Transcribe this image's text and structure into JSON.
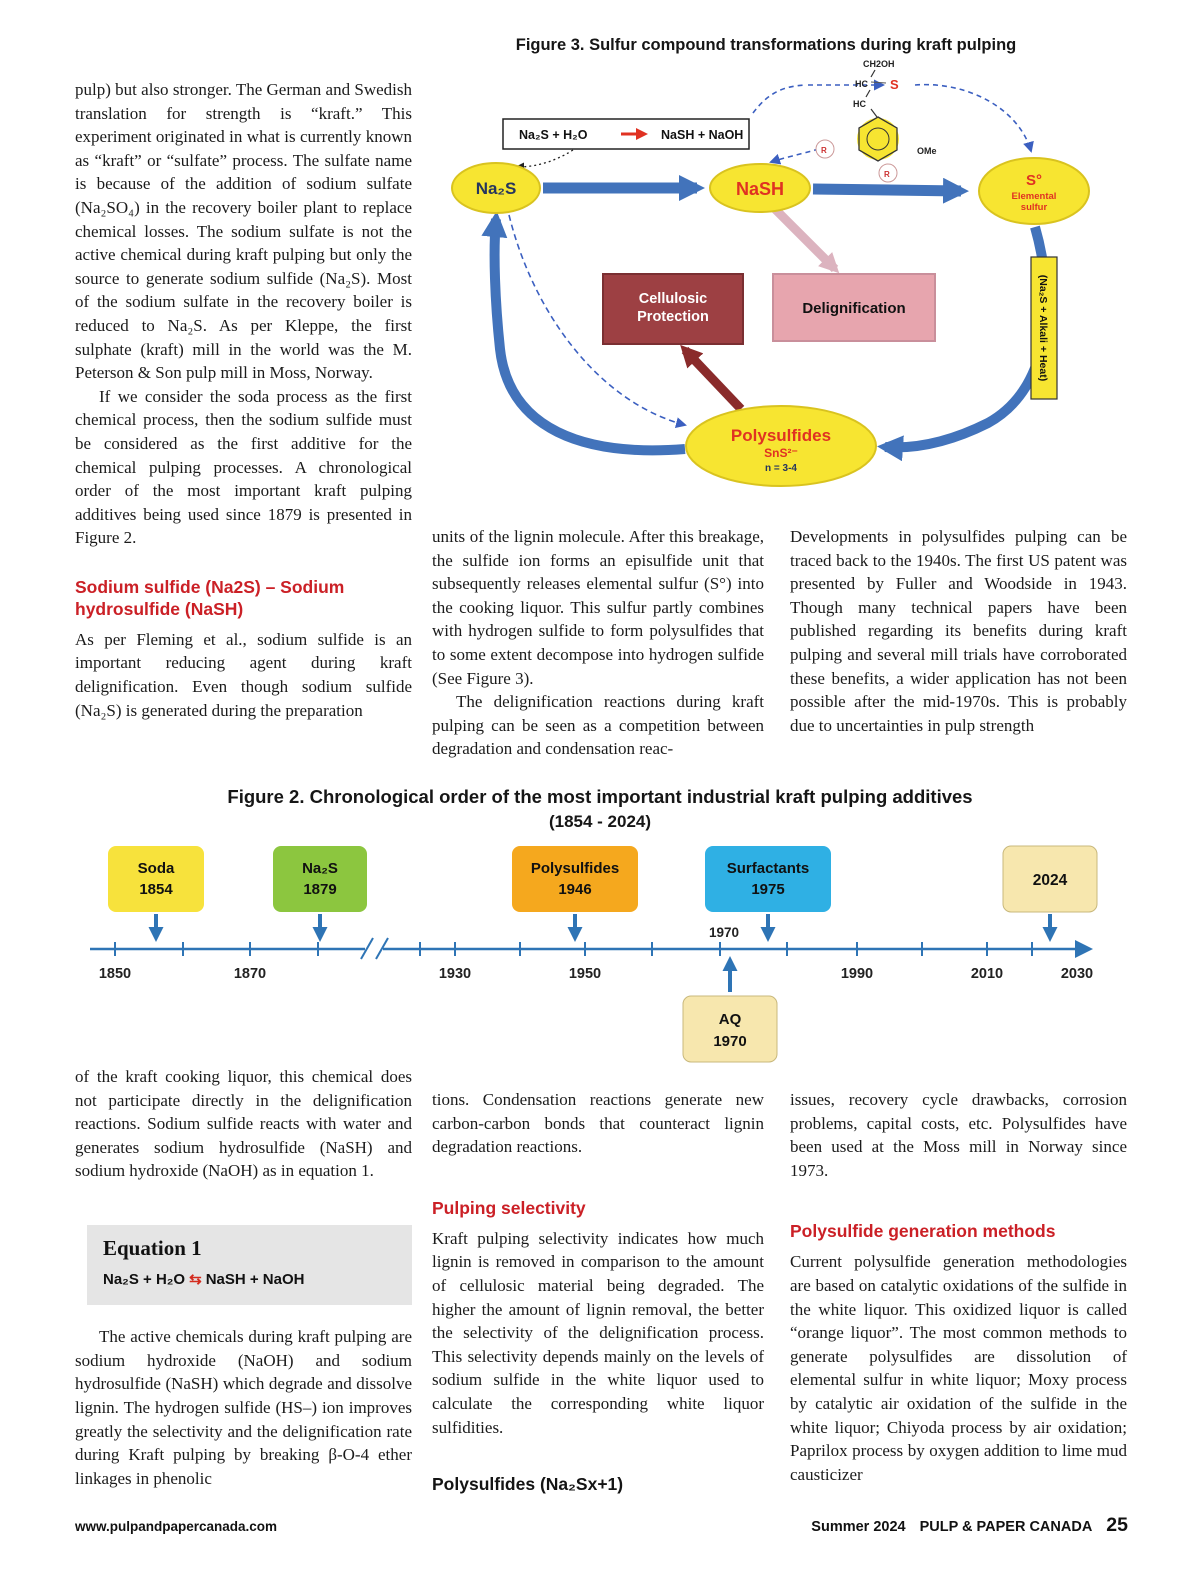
{
  "colors": {
    "accent_red": "#cb2026",
    "node_yellow": "#f7e531",
    "dark_red_box": "#9d4043",
    "pink_box": "#e7a5ae",
    "blue_arrow": "#4273bb",
    "timeline_blue": "#2e74b5",
    "eq_box_bg": "#e5e5e5"
  },
  "figure3": {
    "title": "Figure 3. Sulfur compound transformations during kraft pulping",
    "reaction_left": "Na₂S + H₂O",
    "reaction_right": "NaSH + NaOH",
    "node_na2s": "Na₂S",
    "node_nash": "NaSH",
    "node_s": "S°",
    "node_s_line1": "Elemental",
    "node_s_line2": "sulfur",
    "box_cellulosic_line1": "Cellulosic",
    "box_cellulosic_line2": "Protection",
    "box_delignification": "Delignification",
    "poly_title": "Polysulfides",
    "poly_formula": "SnS²⁻",
    "poly_n": "n = 3-4",
    "side_label": "(Na₂S + Alkali + Heat)",
    "chem_ch2oh": "CH2OH",
    "chem_hc1": "HC",
    "chem_hc2": "HC",
    "chem_s": "S",
    "chem_ome": "OMe",
    "chem_r1": "R",
    "chem_r2": "R"
  },
  "figure2": {
    "title": "Figure 2. Chronological order of the most important industrial kraft pulping additives",
    "subtitle": "(1854 - 2024)",
    "marker_1970": "1970",
    "boxes": [
      {
        "label": "Soda",
        "year": "1854",
        "color": "#f7e23c"
      },
      {
        "label": "Na₂S",
        "year": "1879",
        "color": "#8cc63f"
      },
      {
        "label": "Polysulfides",
        "year": "1946",
        "color": "#f5a81e"
      },
      {
        "label": "Surfactants",
        "year": "1975",
        "color": "#2fb0e4"
      },
      {
        "label": "2024",
        "color": "#f7e7ae"
      },
      {
        "label": "AQ",
        "year": "1970",
        "color": "#f7e7ae"
      }
    ],
    "axis_labels": [
      "1850",
      "1870",
      "1930",
      "1950",
      "1990",
      "2010",
      "2030"
    ]
  },
  "chart_data": {
    "type": "timeline",
    "title": "Figure 2. Chronological order of the most important industrial kraft pulping additives (1854 - 2024)",
    "events": [
      {
        "label": "Soda",
        "year": 1854
      },
      {
        "label": "Na₂S",
        "year": 1879
      },
      {
        "label": "Polysulfides",
        "year": 1946
      },
      {
        "label": "AQ",
        "year": 1970
      },
      {
        "label": "Surfactants",
        "year": 1975
      },
      {
        "label": "2024",
        "year": 2024
      }
    ],
    "axis_ticks": [
      1850,
      1870,
      1930,
      1950,
      1990,
      2010,
      2030
    ],
    "axis_break": "between 1880 and 1925"
  },
  "article": {
    "left_top": {
      "p1": "pulp) but also stronger. The German and Swedish translation for strength is “kraft.” This experiment originated in what is currently known as “kraft” or “sulfate” process. The sulfate name is because of the addition of sodium sulfate (Na₂SO₄) in the recovery boiler plant to replace chemical losses. The sodium sulfate is not the active chemical during kraft pulping but only the source to generate sodium sulfide (Na₂S). Most of the sodium sulfate in the recovery boiler is reduced to Na₂S. As per Kleppe, the first sulphate (kraft) mill in the world was the M. Peterson & Son pulp mill in Moss, Norway.",
      "p2": "If we consider the soda process as the first chemical process, then the sodium sulfide must be considered as the first additive for the chemical pulping processes. A chronological order of the most important kraft pulping additives being used since 1879 is presented in Figure 2.",
      "heading": "Sodium sulfide (Na2S) – Sodium hydrosulfide (NaSH)",
      "p3": "As per Fleming et al., sodium sulfide is an important reducing agent during kraft delignification. Even though sodium sulfide (Na₂S) is generated during the preparation"
    },
    "mid_top": {
      "p1": "units of the lignin molecule. After this breakage, the sulfide ion forms an episulfide unit that subsequently releases elemental sulfur (S°) into the cooking liquor. This sulfur partly combines with hydrogen sulfide to form polysulfides that to some extent decompose into hydrogen sulfide (See Figure 3).",
      "p2": "The delignification reactions during kraft pulping can be seen as a competition between degradation and condensation reac-"
    },
    "right_top": {
      "p1": "Developments in polysulfides pulping can be traced back to the 1940s. The first US patent was presented by Fuller and Woodside in 1943. Though many technical papers have been published regarding its benefits during kraft pulping and several mill trials have corroborated these benefits, a wider application has not been possible after the mid-1970s. This is probably due to uncertainties in pulp strength"
    },
    "left_bottom": {
      "p1": "of the kraft cooking liquor, this chemical does not participate directly in the delignification reactions. Sodium sulfide reacts with water and generates sodium hydrosulfide (NaSH) and sodium hydroxide (NaOH) as in equation 1.",
      "p2": "The active chemicals during kraft pulping are sodium hydroxide (NaOH) and sodium hydrosulfide (NaSH) which degrade and dissolve lignin. The hydrogen sulfide (HS–) ion improves greatly the selectivity and the delignification rate during Kraft pulping by breaking β-O-4 ether linkages in phenolic"
    },
    "mid_bottom": {
      "p1": "tions. Condensation reactions generate new carbon-carbon bonds that counteract lignin degradation reactions.",
      "heading1": "Pulping selectivity",
      "p2": "Kraft pulping selectivity indicates how much lignin is removed in comparison to the amount of cellulosic material being degraded. The higher the amount of lignin removal, the better the selectivity of the delignification process. This selectivity depends mainly on the levels of sodium sulfide in the white liquor used to calculate the corresponding white liquor sulfidities.",
      "heading2": "Polysulfides (Na₂Sx+1)"
    },
    "right_bottom": {
      "p1": "issues, recovery cycle drawbacks, corrosion problems, capital costs, etc. Polysulfides have been used at the Moss mill in Norway since 1973.",
      "heading": "Polysulfide generation methods",
      "p2": "Current polysulfide generation methodologies are based on catalytic oxidations of the sulfide in the white liquor. This oxidized liquor is called “orange liquor”. The most common methods to generate polysulfides are dissolution of elemental sulfur in white liquor; Moxy process by catalytic air oxidation of the sulfide in the white liquor; Chiyoda process by air oxidation; Paprilox process by oxygen addition to lime mud causticizer"
    }
  },
  "equation": {
    "title": "Equation 1",
    "left": "Na₂S + H₂O",
    "arrow": "⇆",
    "right": "NaSH + NaOH"
  },
  "footer": {
    "url": "www.pulpandpapercanada.com",
    "issue": "Summer 2024",
    "brand": "PULP & PAPER CANADA",
    "page": "25"
  }
}
